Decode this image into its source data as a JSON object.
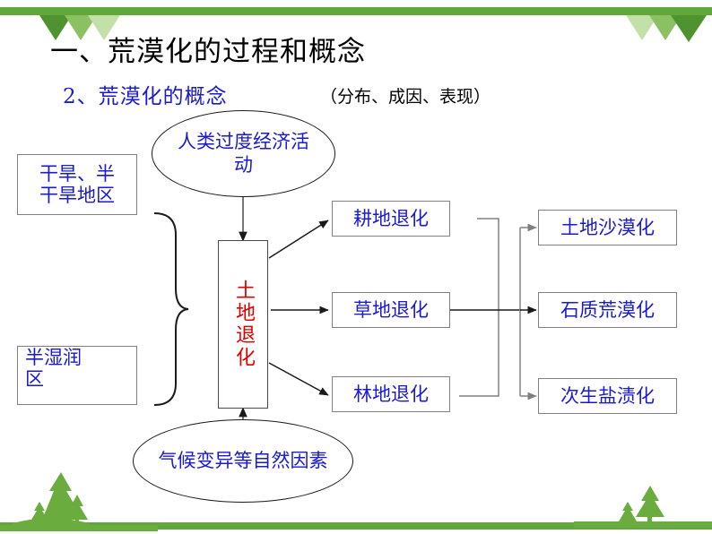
{
  "slide": {
    "heading_main": "一、荒漠化的过程和概念",
    "heading_sub": "2、荒漠化的概念",
    "heading_note": "（分布、成因、表现）",
    "heading_main_color": "#000000",
    "heading_sub_color": "#1a1ad0",
    "accent_green": "#5fa93c",
    "node_text_color": "#1a1ad0",
    "core_text_color": "#e00000"
  },
  "diagram": {
    "cause_top": "人类过度经济活动",
    "cause_bottom": "气候变异等自然因素",
    "regions": [
      {
        "line1": "干旱、半",
        "line2": "干旱地区"
      },
      {
        "line1": "半湿润",
        "line2": "区"
      }
    ],
    "core": "土地退化",
    "degradation": [
      "耕地退化",
      "草地退化",
      "林地退化"
    ],
    "outcomes": [
      "土地沙漠化",
      "石质荒漠化",
      "次生盐渍化"
    ]
  }
}
